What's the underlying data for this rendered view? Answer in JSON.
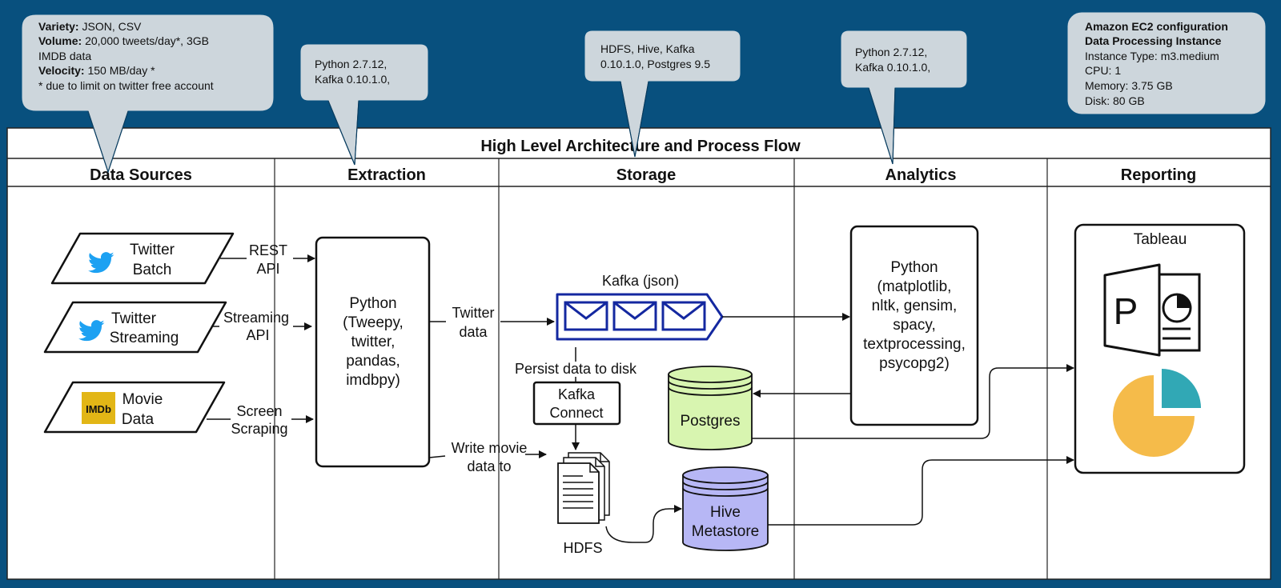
{
  "title": "High Level Architecture and Process Flow",
  "lanes": [
    "Data Sources",
    "Extraction",
    "Storage",
    "Analytics",
    "Reporting"
  ],
  "callouts": {
    "sources": {
      "variety_key": "Variety:",
      "variety_val": " JSON, CSV",
      "volume_key": "Volume:",
      "volume_val": " 20,000 tweets/day*, 3GB",
      "volume_cont": "IMDB data",
      "velocity_key": "Velocity:",
      "velocity_val": " 150 MB/day *",
      "note": "* due to limit on twitter free account"
    },
    "extraction": [
      "Python 2.7.12,",
      "Kafka 0.10.1.0,"
    ],
    "storage": [
      "HDFS, Hive, Kafka",
      "0.10.1.0, Postgres 9.5"
    ],
    "analytics": [
      "Python 2.7.12,",
      "Kafka 0.10.1.0,"
    ],
    "ec2": {
      "title1": "Amazon EC2 configuration",
      "title2": "Data Processing Instance",
      "lines": [
        "Instance Type: m3.medium",
        "CPU: 1",
        "Memory: 3.75 GB",
        "Disk: 80 GB"
      ]
    }
  },
  "sources": {
    "twitter_batch": [
      "Twitter",
      "Batch"
    ],
    "twitter_streaming": [
      "Twitter",
      "Streaming"
    ],
    "movie_data": [
      "Movie",
      "Data"
    ],
    "imdb_logo": "IMDb"
  },
  "edges": {
    "rest_api": [
      "REST",
      "API"
    ],
    "streaming_api": [
      "Streaming",
      "API"
    ],
    "screen_scraping": [
      "Screen",
      "Scraping"
    ],
    "twitter_data": [
      "Twitter",
      "data"
    ],
    "write_movie": [
      "Write movie",
      "data to"
    ],
    "persist": "Persist data to disk"
  },
  "extraction_box": [
    "Python",
    "(Tweepy,",
    "twitter,",
    "pandas,",
    "imdbpy)"
  ],
  "storage": {
    "kafka_label": "Kafka (json)",
    "kafka_connect": [
      "Kafka",
      "Connect"
    ],
    "postgres": "Postgres",
    "hdfs": "HDFS",
    "hive": [
      "Hive",
      "Metastore"
    ]
  },
  "analytics_box": [
    "Python",
    "(matplotlib,",
    "nltk, gensim,",
    "spacy,",
    "textprocessing,",
    "psycopg2)"
  ],
  "reporting": {
    "tableau": "Tableau",
    "ppt_letter": "P"
  },
  "colors": {
    "background": "#08507e",
    "callout": "#cdd6dc",
    "kafka_blue": "#1428a0",
    "twitter_blue": "#1da1f2",
    "postgres_fill": "#d8f5b0",
    "hive_fill": "#b7b7f5",
    "imdb_gold": "#e2b616",
    "pie_yellow": "#f5bb4a",
    "pie_teal": "#31a8b5"
  },
  "icons": [
    "twitter-bird-icon",
    "imdb-logo-icon",
    "envelope-icon",
    "document-icon",
    "database-icon",
    "powerpoint-icon",
    "pie-chart-icon"
  ]
}
